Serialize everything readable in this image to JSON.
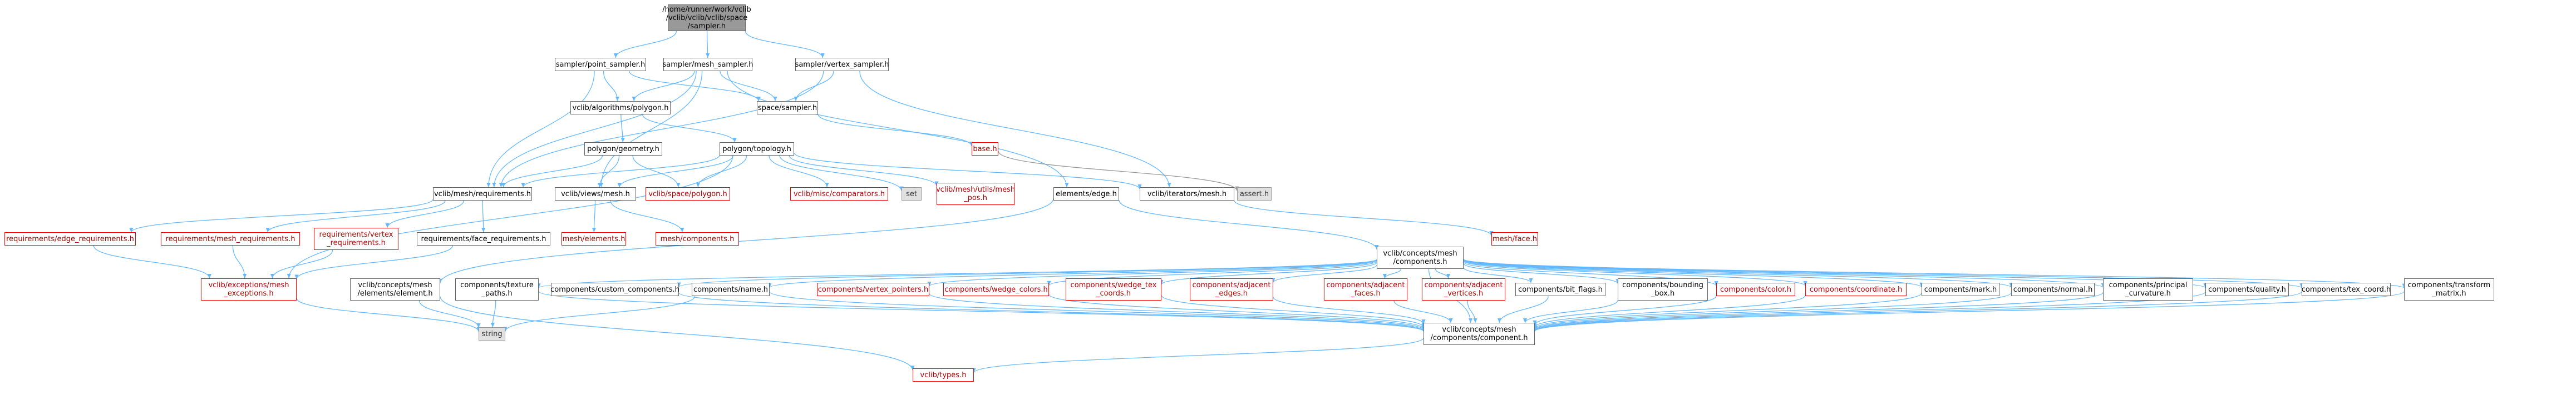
{
  "diagram": {
    "colors": {
      "edge": "#63b8ff",
      "edge_gray": "#999999",
      "missing": "#ff0000",
      "external_fill": "#e0e0e0",
      "root_fill": "#999999"
    },
    "nodes": [
      {
        "id": "root",
        "label": "/home/runner/work/vclib\n/vclib/vclib/vclib/space\n/sampler.h",
        "kind": "root"
      },
      {
        "id": "point_sampler",
        "label": "sampler/point_sampler.h",
        "kind": "normal"
      },
      {
        "id": "mesh_sampler",
        "label": "sampler/mesh_sampler.h",
        "kind": "normal"
      },
      {
        "id": "vertex_sampler",
        "label": "sampler/vertex_sampler.h",
        "kind": "normal"
      },
      {
        "id": "algo_polygon",
        "label": "vclib/algorithms/polygon.h",
        "kind": "normal"
      },
      {
        "id": "space_sampler",
        "label": "space/sampler.h",
        "kind": "normal"
      },
      {
        "id": "base",
        "label": "base.h",
        "kind": "missing"
      },
      {
        "id": "poly_geometry",
        "label": "polygon/geometry.h",
        "kind": "normal"
      },
      {
        "id": "poly_topology",
        "label": "polygon/topology.h",
        "kind": "normal"
      },
      {
        "id": "assert",
        "label": "assert.h",
        "kind": "external"
      },
      {
        "id": "mesh_requirements",
        "label": "vclib/mesh/requirements.h",
        "kind": "normal"
      },
      {
        "id": "views_mesh",
        "label": "vclib/views/mesh.h",
        "kind": "normal"
      },
      {
        "id": "space_polygon",
        "label": "vclib/space/polygon.h",
        "kind": "missing"
      },
      {
        "id": "misc_comparators",
        "label": "vclib/misc/comparators.h",
        "kind": "missing"
      },
      {
        "id": "set",
        "label": "set",
        "kind": "external"
      },
      {
        "id": "utils_mesh_pos",
        "label": "vclib/mesh/utils/mesh\n_pos.h",
        "kind": "missing"
      },
      {
        "id": "elements_edge",
        "label": "elements/edge.h",
        "kind": "normal"
      },
      {
        "id": "iterators_mesh",
        "label": "vclib/iterators/mesh.h",
        "kind": "normal"
      },
      {
        "id": "edge_requirements",
        "label": "requirements/edge_requirements.h",
        "kind": "missing"
      },
      {
        "id": "mesh_req",
        "label": "requirements/mesh_requirements.h",
        "kind": "missing"
      },
      {
        "id": "vertex_req",
        "label": "requirements/vertex\n_requirements.h",
        "kind": "missing"
      },
      {
        "id": "face_req",
        "label": "requirements/face_requirements.h",
        "kind": "normal"
      },
      {
        "id": "mesh_elements",
        "label": "mesh/elements.h",
        "kind": "missing"
      },
      {
        "id": "mesh_components",
        "label": "mesh/components.h",
        "kind": "missing"
      },
      {
        "id": "mesh_face",
        "label": "mesh/face.h",
        "kind": "missing"
      },
      {
        "id": "concepts_components",
        "label": "vclib/concepts/mesh\n/components.h",
        "kind": "normal"
      },
      {
        "id": "exceptions",
        "label": "vclib/exceptions/mesh\n_exceptions.h",
        "kind": "missing"
      },
      {
        "id": "concepts_element",
        "label": "vclib/concepts/mesh\n/elements/element.h",
        "kind": "normal"
      },
      {
        "id": "comp_texture_paths",
        "label": "components/texture\n_paths.h",
        "kind": "normal"
      },
      {
        "id": "comp_custom",
        "label": "components/custom_components.h",
        "kind": "normal"
      },
      {
        "id": "comp_name",
        "label": "components/name.h",
        "kind": "normal"
      },
      {
        "id": "comp_vertex_pointers",
        "label": "components/vertex_pointers.h",
        "kind": "missing"
      },
      {
        "id": "comp_wedge_colors",
        "label": "components/wedge_colors.h",
        "kind": "missing"
      },
      {
        "id": "comp_wedge_tex",
        "label": "components/wedge_tex\n_coords.h",
        "kind": "missing"
      },
      {
        "id": "comp_adj_edges",
        "label": "components/adjacent\n_edges.h",
        "kind": "missing"
      },
      {
        "id": "comp_adj_faces",
        "label": "components/adjacent\n_faces.h",
        "kind": "missing"
      },
      {
        "id": "comp_adj_vertices",
        "label": "components/adjacent\n_vertices.h",
        "kind": "missing"
      },
      {
        "id": "comp_bit_flags",
        "label": "components/bit_flags.h",
        "kind": "normal"
      },
      {
        "id": "comp_bounding_box",
        "label": "components/bounding\n_box.h",
        "kind": "normal"
      },
      {
        "id": "comp_color",
        "label": "components/color.h",
        "kind": "missing"
      },
      {
        "id": "comp_coordinate",
        "label": "components/coordinate.h",
        "kind": "missing"
      },
      {
        "id": "comp_mark",
        "label": "components/mark.h",
        "kind": "normal"
      },
      {
        "id": "comp_normal",
        "label": "components/normal.h",
        "kind": "normal"
      },
      {
        "id": "comp_principal_curv",
        "label": "components/principal\n_curvature.h",
        "kind": "normal"
      },
      {
        "id": "comp_quality",
        "label": "components/quality.h",
        "kind": "normal"
      },
      {
        "id": "comp_tex_coord",
        "label": "components/tex_coord.h",
        "kind": "normal"
      },
      {
        "id": "comp_transform",
        "label": "components/transform\n_matrix.h",
        "kind": "normal"
      },
      {
        "id": "string",
        "label": "string",
        "kind": "external"
      },
      {
        "id": "concepts_component",
        "label": "vclib/concepts/mesh\n/components/component.h",
        "kind": "normal"
      },
      {
        "id": "types",
        "label": "vclib/types.h",
        "kind": "missing"
      }
    ],
    "edges": [
      [
        "root",
        "point_sampler"
      ],
      [
        "root",
        "mesh_sampler"
      ],
      [
        "root",
        "vertex_sampler"
      ],
      [
        "point_sampler",
        "algo_polygon"
      ],
      [
        "point_sampler",
        "space_sampler"
      ],
      [
        "point_sampler",
        "mesh_requirements"
      ],
      [
        "mesh_sampler",
        "algo_polygon"
      ],
      [
        "mesh_sampler",
        "space_sampler"
      ],
      [
        "mesh_sampler",
        "mesh_requirements"
      ],
      [
        "mesh_sampler",
        "views_mesh"
      ],
      [
        "mesh_sampler",
        "elements_edge"
      ],
      [
        "vertex_sampler",
        "space_sampler"
      ],
      [
        "vertex_sampler",
        "mesh_requirements"
      ],
      [
        "vertex_sampler",
        "iterators_mesh"
      ],
      [
        "algo_polygon",
        "poly_geometry"
      ],
      [
        "algo_polygon",
        "poly_topology"
      ],
      [
        "space_sampler",
        "base"
      ],
      [
        "base",
        "assert"
      ],
      [
        "poly_geometry",
        "mesh_requirements"
      ],
      [
        "poly_geometry",
        "views_mesh"
      ],
      [
        "poly_geometry",
        "space_polygon"
      ],
      [
        "poly_topology",
        "mesh_requirements"
      ],
      [
        "poly_topology",
        "views_mesh"
      ],
      [
        "poly_topology",
        "space_polygon"
      ],
      [
        "poly_topology",
        "misc_comparators"
      ],
      [
        "poly_topology",
        "set"
      ],
      [
        "poly_topology",
        "utils_mesh_pos"
      ],
      [
        "poly_topology",
        "iterators_mesh"
      ],
      [
        "poly_topology",
        "exceptions"
      ],
      [
        "mesh_requirements",
        "edge_requirements"
      ],
      [
        "mesh_requirements",
        "mesh_req"
      ],
      [
        "mesh_requirements",
        "vertex_req"
      ],
      [
        "mesh_requirements",
        "face_req"
      ],
      [
        "views_mesh",
        "mesh_elements"
      ],
      [
        "views_mesh",
        "mesh_components"
      ],
      [
        "iterators_mesh",
        "mesh_face"
      ],
      [
        "elements_edge",
        "concepts_components"
      ],
      [
        "elements_edge",
        "concepts_element"
      ],
      [
        "edge_requirements",
        "exceptions"
      ],
      [
        "mesh_req",
        "exceptions"
      ],
      [
        "vertex_req",
        "exceptions"
      ],
      [
        "face_req",
        "exceptions"
      ],
      [
        "concepts_components",
        "comp_texture_paths"
      ],
      [
        "concepts_components",
        "comp_custom"
      ],
      [
        "concepts_components",
        "comp_name"
      ],
      [
        "concepts_components",
        "comp_vertex_pointers"
      ],
      [
        "concepts_components",
        "comp_wedge_colors"
      ],
      [
        "concepts_components",
        "comp_wedge_tex"
      ],
      [
        "concepts_components",
        "comp_adj_edges"
      ],
      [
        "concepts_components",
        "comp_adj_faces"
      ],
      [
        "concepts_components",
        "comp_adj_vertices"
      ],
      [
        "concepts_components",
        "comp_bit_flags"
      ],
      [
        "concepts_components",
        "comp_bounding_box"
      ],
      [
        "concepts_components",
        "comp_color"
      ],
      [
        "concepts_components",
        "comp_coordinate"
      ],
      [
        "concepts_components",
        "comp_mark"
      ],
      [
        "concepts_components",
        "comp_normal"
      ],
      [
        "concepts_components",
        "comp_principal_curv"
      ],
      [
        "concepts_components",
        "comp_quality"
      ],
      [
        "concepts_components",
        "comp_tex_coord"
      ],
      [
        "concepts_components",
        "comp_transform"
      ],
      [
        "concepts_components",
        "concepts_component"
      ],
      [
        "exceptions",
        "string"
      ],
      [
        "concepts_element",
        "string"
      ],
      [
        "concepts_element",
        "types"
      ],
      [
        "comp_texture_paths",
        "string"
      ],
      [
        "comp_texture_paths",
        "concepts_component"
      ],
      [
        "comp_custom",
        "concepts_component"
      ],
      [
        "comp_name",
        "string"
      ],
      [
        "comp_name",
        "concepts_component"
      ],
      [
        "comp_vertex_pointers",
        "concepts_component"
      ],
      [
        "comp_wedge_colors",
        "concepts_component"
      ],
      [
        "comp_wedge_tex",
        "concepts_component"
      ],
      [
        "comp_adj_edges",
        "concepts_component"
      ],
      [
        "comp_adj_faces",
        "concepts_component"
      ],
      [
        "comp_adj_vertices",
        "concepts_component"
      ],
      [
        "comp_bit_flags",
        "concepts_component"
      ],
      [
        "comp_bounding_box",
        "concepts_component"
      ],
      [
        "comp_color",
        "concepts_component"
      ],
      [
        "comp_coordinate",
        "concepts_component"
      ],
      [
        "comp_mark",
        "concepts_component"
      ],
      [
        "comp_normal",
        "concepts_component"
      ],
      [
        "comp_principal_curv",
        "concepts_component"
      ],
      [
        "comp_quality",
        "concepts_component"
      ],
      [
        "comp_tex_coord",
        "concepts_component"
      ],
      [
        "comp_transform",
        "concepts_component"
      ],
      [
        "concepts_component",
        "types"
      ]
    ]
  }
}
